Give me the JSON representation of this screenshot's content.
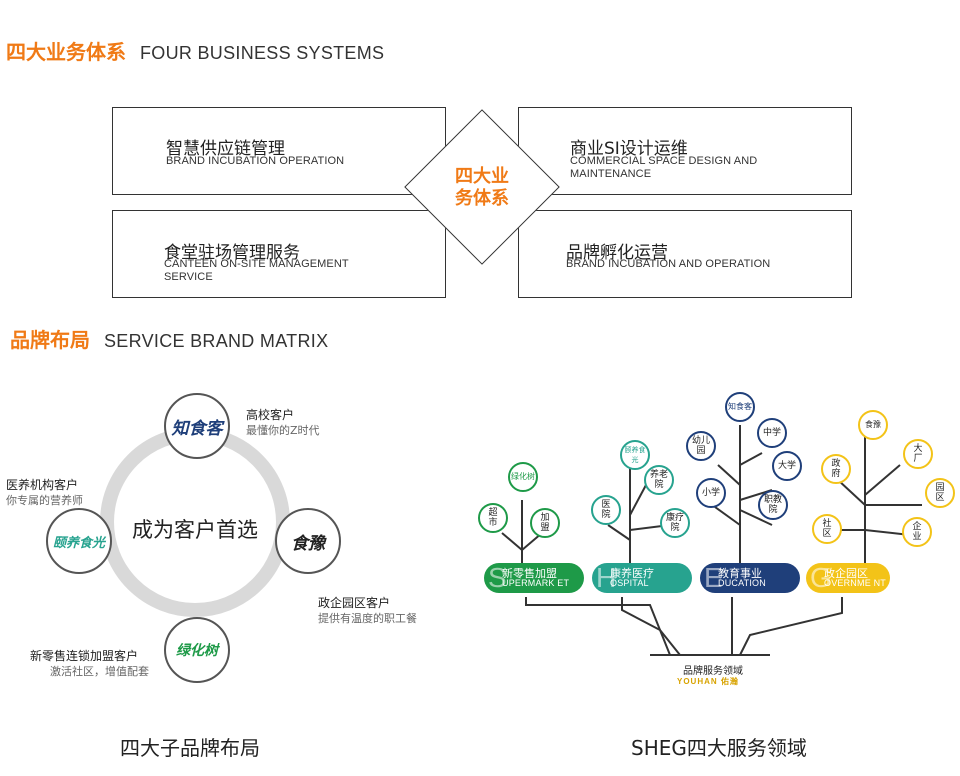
{
  "section1": {
    "title_cn": "四大业务体系",
    "title_en": "FOUR BUSINESS  SYSTEMS"
  },
  "business": [
    {
      "cn": "智慧供应链管理",
      "en": "BRAND INCUBATION OPERATION"
    },
    {
      "cn": "商业SI设计运维",
      "en": "COMMERCIAL SPACE DESIGN AND MAINTENANCE"
    },
    {
      "cn": "食堂驻场管理服务",
      "en": "CANTEEN ON-SITE MANAGEMENT SERVICE"
    },
    {
      "cn": "品牌孵化运营",
      "en": "BRAND INCUBATION AND OPERATION"
    }
  ],
  "center_label": "四大业务体系",
  "section2": {
    "title_cn": "品牌布局",
    "title_en": "SERVICE BRAND MATRIX"
  },
  "brand_matrix": {
    "center": "成为客户首选",
    "brands": [
      {
        "logo": "知食客",
        "color": "#1f3f7a",
        "customer": "高校客户",
        "desc": "最懂你的Z时代"
      },
      {
        "logo": "食豫",
        "color": "#222222",
        "customer": "政企园区客户",
        "desc": "提供有温度的职工餐"
      },
      {
        "logo": "绿化树",
        "color": "#1e9a48",
        "customer": "新零售连锁加盟客户",
        "desc": "激活社区，增值配套"
      },
      {
        "logo": "颐养食光",
        "color": "#27a38f",
        "customer": "医养机构客户",
        "desc": "你专属的营养师"
      }
    ],
    "caption": "四大子品牌布局"
  },
  "sheg": {
    "caption": "SHEG四大服务领域",
    "root": "品牌服务领域",
    "root_logo": "YOUHAN 佑瀚",
    "domains": [
      {
        "letter": "S",
        "cn": "新零售加盟",
        "en": "UPERMARK ET",
        "color": "#1e9a48",
        "nodes": [
          "超市",
          "加盟"
        ],
        "logo": "绿化树"
      },
      {
        "letter": "H",
        "cn": "康养医疗",
        "en": "OSPITAL",
        "color": "#27a38f",
        "nodes": [
          "医院",
          "养老院",
          "康疗院"
        ],
        "logo": "颐养食光"
      },
      {
        "letter": "E",
        "cn": "教育事业",
        "en": "DUCATION",
        "color": "#1f3f7a",
        "nodes": [
          "幼儿园",
          "中学",
          "大学",
          "小学",
          "职教院"
        ],
        "logo": "知食客"
      },
      {
        "letter": "G",
        "cn": "政企园区",
        "en": "OVERNME NT",
        "color": "#f3c318",
        "nodes": [
          "政府",
          "大厂",
          "园区",
          "社区",
          "企业"
        ],
        "logo": "食豫"
      }
    ]
  }
}
